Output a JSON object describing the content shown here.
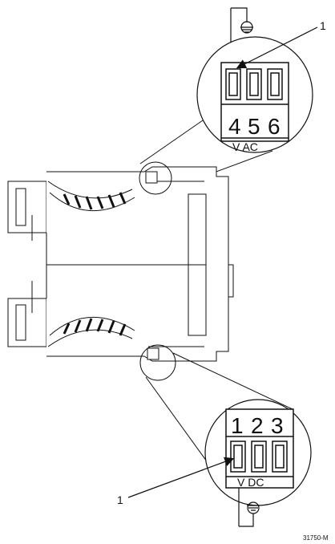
{
  "figure": {
    "reference_code": "31750-M",
    "callout_top": "1",
    "callout_bottom": "1"
  },
  "ac_terminal": {
    "numbers": [
      "4",
      "5",
      "6"
    ],
    "label": "V AC"
  },
  "dc_terminal": {
    "numbers": [
      "1",
      "2",
      "3"
    ],
    "label": "V DC"
  },
  "icons": {
    "ground_top": "ground-icon",
    "ground_bottom": "ground-icon",
    "arrow": "arrow-icon"
  }
}
